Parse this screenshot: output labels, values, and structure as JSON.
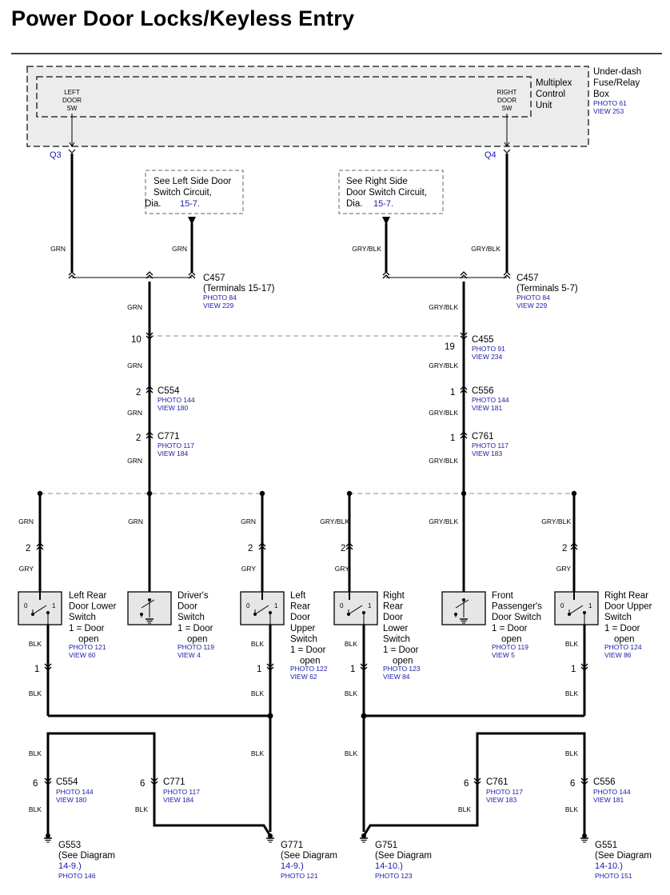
{
  "title": "Power Door Locks/Keyless Entry",
  "fuse_box": {
    "label_1": "Under-dash",
    "label_2": "Fuse/Relay",
    "label_3": "Box",
    "photo": "PHOTO 61",
    "view": "VIEW 253"
  },
  "control_unit": {
    "label_1": "Multiplex",
    "label_2": "Control",
    "label_3": "Unit"
  },
  "left_door_sw": [
    "LEFT",
    "DOOR",
    "SW"
  ],
  "right_door_sw": [
    "RIGHT",
    "DOOR",
    "SW"
  ],
  "terminals": {
    "q3": "Q3",
    "q4": "Q4"
  },
  "ref_left": {
    "line1": "See Left Side Door",
    "line2": "Switch Circuit,",
    "line3": "Dia.",
    "link": "15-7."
  },
  "ref_right": {
    "line1": "See Right Side",
    "line2": "Door Switch Circuit,",
    "line3": "Dia.",
    "link": "15-7."
  },
  "wires": {
    "grn": "GRN",
    "gry_blk": "GRY/BLK",
    "gry": "GRY",
    "blk": "BLK"
  },
  "c457_left": {
    "name": "C457",
    "sub": "(Terminals 15-17)",
    "photo": "PHOTO 84",
    "view": "VIEW 229"
  },
  "c457_right": {
    "name": "C457",
    "sub": "(Terminals 5-7)",
    "photo": "PHOTO 84",
    "view": "VIEW 229"
  },
  "c455": {
    "name": "C455",
    "pin_left": "10",
    "pin_right": "19",
    "photo": "PHOTO 91",
    "view": "VIEW 234"
  },
  "c554": {
    "name": "C554",
    "pin": "2",
    "photo": "PHOTO 144",
    "view": "VIEW 180"
  },
  "c556": {
    "name": "C556",
    "pin": "1",
    "photo": "PHOTO 144",
    "view": "VIEW 181"
  },
  "c771": {
    "name": "C771",
    "pin": "2",
    "photo": "PHOTO 117",
    "view": "VIEW 184"
  },
  "c761": {
    "name": "C761",
    "pin": "1",
    "photo": "PHOTO 117",
    "view": "VIEW 183"
  },
  "switch_pins": {
    "open": "0",
    "closed": "1"
  },
  "switches": [
    {
      "lines": [
        "Left Rear",
        "Door Lower",
        "Switch",
        "1 = Door",
        "open"
      ],
      "photo": "PHOTO 121",
      "view": "VIEW 60"
    },
    {
      "lines": [
        "Driver's",
        "Door",
        "Switch",
        "1 = Door",
        "open"
      ],
      "photo": "PHOTO 119",
      "view": "VIEW 4"
    },
    {
      "lines": [
        "Left",
        "Rear",
        "Door",
        "Upper",
        "Switch",
        "1 = Door",
        "open"
      ],
      "photo": "PHOTO 122",
      "view": "VIEW 62"
    },
    {
      "lines": [
        "Right",
        "Rear",
        "Door",
        "Lower",
        "Switch",
        "1 = Door",
        "open"
      ],
      "photo": "PHOTO 123",
      "view": "VIEW 84"
    },
    {
      "lines": [
        "Front",
        "Passenger's",
        "Door Switch",
        "1 = Door",
        "open"
      ],
      "photo": "PHOTO 119",
      "view": "VIEW 5"
    },
    {
      "lines": [
        "Right Rear",
        "Door Upper",
        "Switch",
        "1 = Door",
        "open"
      ],
      "photo": "PHOTO 124",
      "view": "VIEW 86"
    }
  ],
  "sw_pins": {
    "top": "2",
    "bottom": "1"
  },
  "c554_b": {
    "name": "C554",
    "pin": "6",
    "photo": "PHOTO 144",
    "view": "VIEW 180"
  },
  "c771_b": {
    "name": "C771",
    "pin": "6",
    "photo": "PHOTO 117",
    "view": "VIEW 184"
  },
  "c761_b": {
    "name": "C761",
    "pin": "6",
    "photo": "PHOTO 117",
    "view": "VIEW 183"
  },
  "c556_b": {
    "name": "C556",
    "pin": "6",
    "photo": "PHOTO 144",
    "view": "VIEW 181"
  },
  "grounds": [
    {
      "name": "G553",
      "see": "(See Diagram",
      "dia": "14-9.)",
      "photo": "PHOTO 146"
    },
    {
      "name": "G771",
      "see": "(See Diagram",
      "dia": "14-9.)",
      "photo": "PHOTO 121"
    },
    {
      "name": "G751",
      "see": "(See Diagram",
      "dia": "14-10.)",
      "photo": "PHOTO 123"
    },
    {
      "name": "G551",
      "see": "(See Diagram",
      "dia": "14-10.)",
      "photo": "PHOTO 151"
    }
  ]
}
